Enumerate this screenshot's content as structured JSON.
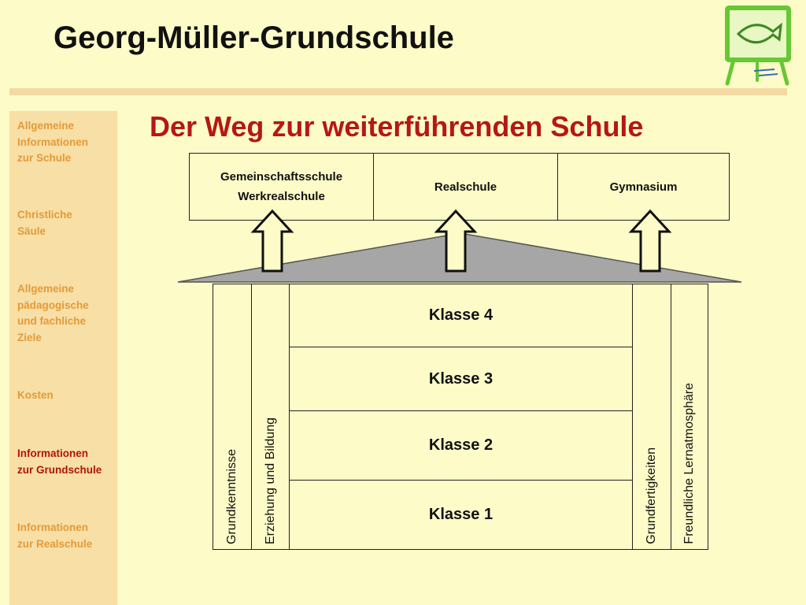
{
  "header": {
    "title": "Georg-Müller-Grundschule"
  },
  "logo": {
    "icon": "fish-easel-icon"
  },
  "sidebar": {
    "items": [
      {
        "label": "Allgemeine\nInformationen\nzur Schule",
        "active": false
      },
      {
        "label": "Christliche\nSäule",
        "active": false
      },
      {
        "label": "Allgemeine\npädagogische\nund fachliche\nZiele",
        "active": false
      },
      {
        "label": "Kosten",
        "active": false
      },
      {
        "label": "Informationen\nzur Grundschule",
        "active": true
      },
      {
        "label": "Informationen\nzur Realschule",
        "active": false
      }
    ]
  },
  "main": {
    "heading": "Der Weg zur weiterführenden Schule",
    "schools": [
      {
        "label": "Gemeinschaftsschule\nWerkrealschule"
      },
      {
        "label": "Realschule"
      },
      {
        "label": "Gymnasium"
      }
    ],
    "classes": [
      "Klasse 4",
      "Klasse 3",
      "Klasse 2",
      "Klasse 1"
    ],
    "pillars_left": [
      "Grundkenntnisse",
      "Erziehung und Bildung"
    ],
    "pillars_right": [
      "Grundfertigkeiten",
      "Freundliche Lernatmosphäre"
    ]
  },
  "colors": {
    "background": "#fdfbc8",
    "sidebar": "#f8dfa6",
    "nav_text": "#e49a38",
    "nav_active": "#b0140a",
    "heading": "#b51814",
    "roof": "#a6a6a6"
  }
}
